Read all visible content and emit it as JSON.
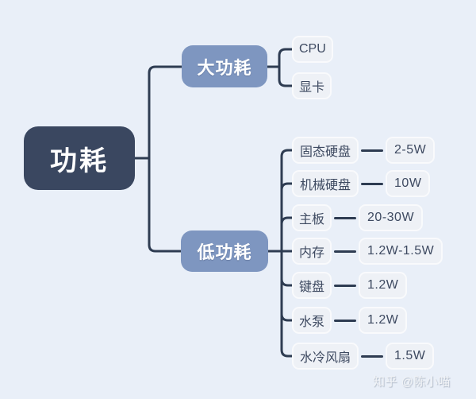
{
  "colors": {
    "background": "#e9eff8",
    "root_bg": "#3a4760",
    "branch_bg": "#7e96c0",
    "leaf_bg": "#eef1f6",
    "leaf_text": "#3e4a61",
    "connector": "#2e3c52",
    "node_text": "#ffffff"
  },
  "mindmap": {
    "root": {
      "label": "功耗"
    },
    "branches": [
      {
        "label": "大功耗",
        "children": [
          {
            "label": "CPU"
          },
          {
            "label": "显卡"
          }
        ]
      },
      {
        "label": "低功耗",
        "children": [
          {
            "label": "固态硬盘",
            "value": "2-5W"
          },
          {
            "label": "机械硬盘",
            "value": "10W"
          },
          {
            "label": "主板",
            "value": "20-30W"
          },
          {
            "label": "内存",
            "value": "1.2W-1.5W"
          },
          {
            "label": "键盘",
            "value": "1.2W"
          },
          {
            "label": "水泵",
            "value": "1.2W"
          },
          {
            "label": "水冷风扇",
            "value": "1.5W"
          }
        ]
      }
    ]
  },
  "watermark": {
    "text": "知乎 @陈小喵"
  }
}
